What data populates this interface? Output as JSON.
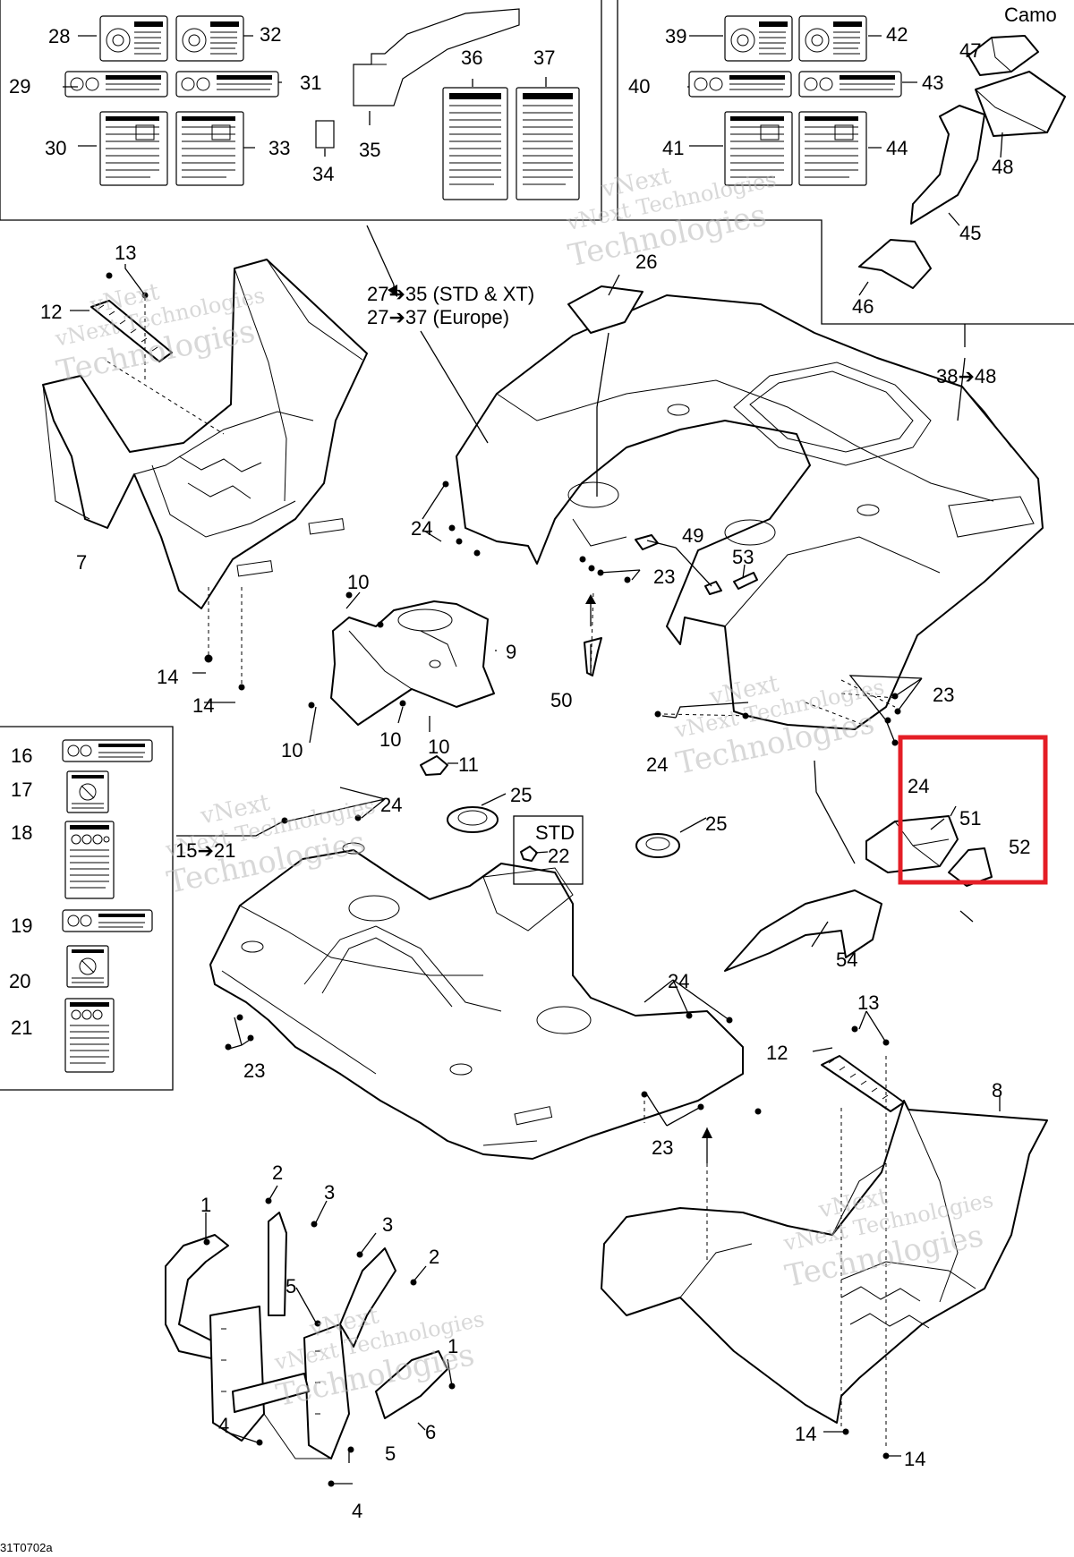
{
  "diagram": {
    "drawing_code": "31T0702a",
    "camo_label": "Camo",
    "std_label": "STD",
    "notes": {
      "range_std_xt": "27➔35 (STD & XT)",
      "range_europe": "27➔37 (Europe)",
      "range_38_48": "38➔48",
      "range_15_21": "15➔21"
    },
    "watermark": {
      "line1": "vNext",
      "line2": "vNext Technologies",
      "line3": "Technologies"
    },
    "highlight_color": "#e41e26",
    "callouts": {
      "c1": "1",
      "c2": "2",
      "c3": "3",
      "c4": "4",
      "c5": "5",
      "c6": "6",
      "c7": "7",
      "c8": "8",
      "c9": "9",
      "c10": "10",
      "c11": "11",
      "c12": "12",
      "c13": "13",
      "c14": "14",
      "c16": "16",
      "c17": "17",
      "c18": "18",
      "c19": "19",
      "c20": "20",
      "c21": "21",
      "c22": "22",
      "c23": "23",
      "c24": "24",
      "c25": "25",
      "c26": "26",
      "c28": "28",
      "c29": "29",
      "c30": "30",
      "c31": "31",
      "c32": "32",
      "c33": "33",
      "c34": "34",
      "c35": "35",
      "c36": "36",
      "c37": "37",
      "c39": "39",
      "c40": "40",
      "c41": "41",
      "c42": "42",
      "c43": "43",
      "c44": "44",
      "c45": "45",
      "c46": "46",
      "c47": "47",
      "c48": "48",
      "c49": "49",
      "c50": "50",
      "c51": "51",
      "c52": "52",
      "c53": "53",
      "c54": "54"
    }
  }
}
